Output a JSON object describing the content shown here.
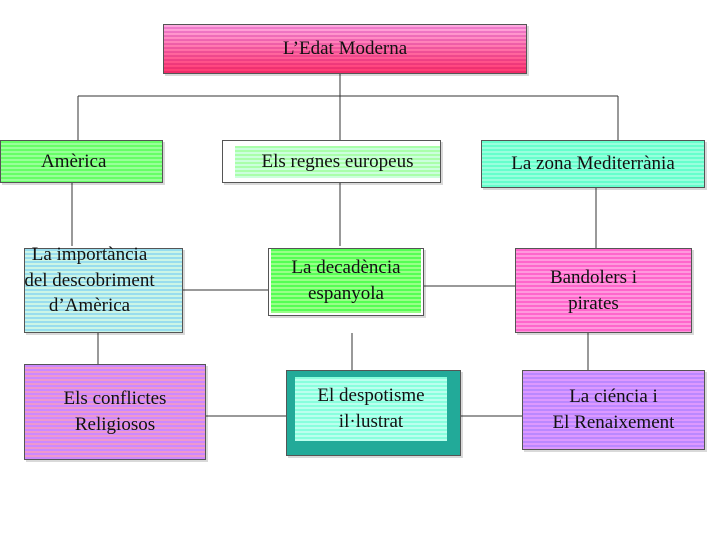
{
  "diagram": {
    "root": {
      "label": "L’Edat Moderna"
    },
    "level1": [
      {
        "label": "Amèrica"
      },
      {
        "label": "Els regnes europeus"
      },
      {
        "label": "La zona Mediterrània"
      }
    ],
    "level2": [
      {
        "label": "La importància\ndel descobriment\nd’Amèrica"
      },
      {
        "label": "La decadència\nespanyola"
      },
      {
        "label": "Bandolers i\npirates"
      }
    ],
    "level3": [
      {
        "label": "Els conflictes\nReligiosos"
      },
      {
        "label": "El despotisme\nil·lustrat"
      },
      {
        "label": "La ciéncia i\nEl Renaixement"
      }
    ]
  }
}
